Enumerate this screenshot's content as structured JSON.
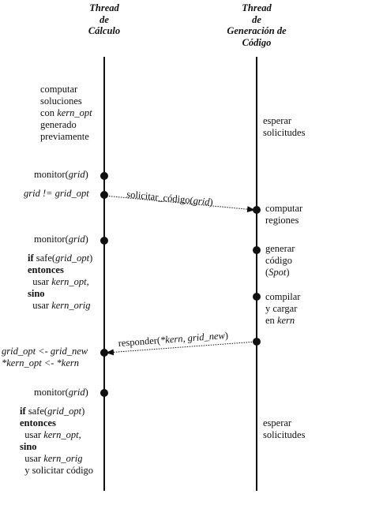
{
  "headers": {
    "left": [
      "Thread",
      "de",
      "Cálculo"
    ],
    "right": [
      "Thread",
      "de",
      "Generación de",
      "Código"
    ]
  },
  "left_blocks": {
    "intro": [
      [
        {
          "t": "computar",
          "i": false
        }
      ],
      [
        {
          "t": "soluciones",
          "i": false
        }
      ],
      [
        {
          "t": "con ",
          "i": false
        },
        {
          "t": "kern_opt",
          "i": true
        }
      ],
      [
        {
          "t": "generado",
          "i": false
        }
      ],
      [
        {
          "t": "previamente",
          "i": false
        }
      ]
    ],
    "monitor1": [
      [
        {
          "t": "monitor(",
          "i": false
        },
        {
          "t": "grid",
          "i": true
        },
        {
          "t": ")",
          "i": false
        }
      ]
    ],
    "cond": [
      [
        {
          "t": "grid != grid_opt",
          "i": true
        }
      ]
    ],
    "monitor2": [
      [
        {
          "t": "monitor(",
          "i": false
        },
        {
          "t": "grid",
          "i": true
        },
        {
          "t": ")",
          "i": false
        }
      ]
    ],
    "ifblock1": [
      [
        {
          "t": "if",
          "i": false,
          "b": true
        },
        {
          "t": " safe(",
          "i": false
        },
        {
          "t": "grid_opt",
          "i": true
        },
        {
          "t": ")",
          "i": false
        }
      ],
      [
        {
          "t": "entonces",
          "i": false,
          "b": true
        }
      ],
      [
        {
          "t": "  usar ",
          "i": false
        },
        {
          "t": "kern_opt",
          "i": true
        },
        {
          "t": ",",
          "i": false
        }
      ],
      [
        {
          "t": "sino",
          "i": false,
          "b": true
        }
      ],
      [
        {
          "t": "  usar ",
          "i": false
        },
        {
          "t": "kern_orig",
          "i": true
        }
      ]
    ],
    "assign": [
      [
        {
          "t": "grid_opt <- grid_new",
          "i": true
        }
      ],
      [
        {
          "t": "*kern_opt <- *kern",
          "i": true
        }
      ]
    ],
    "monitor3": [
      [
        {
          "t": "monitor(",
          "i": false
        },
        {
          "t": "grid",
          "i": true
        },
        {
          "t": ")",
          "i": false
        }
      ]
    ],
    "ifblock2": [
      [
        {
          "t": "if",
          "i": false,
          "b": true
        },
        {
          "t": " safe(",
          "i": false
        },
        {
          "t": "grid_opt",
          "i": true
        },
        {
          "t": ")",
          "i": false
        }
      ],
      [
        {
          "t": "entonces",
          "i": false,
          "b": true
        }
      ],
      [
        {
          "t": "  usar ",
          "i": false
        },
        {
          "t": "kern_opt",
          "i": true
        },
        {
          "t": ",",
          "i": false
        }
      ],
      [
        {
          "t": "sino",
          "i": false,
          "b": true
        }
      ],
      [
        {
          "t": "  usar ",
          "i": false
        },
        {
          "t": "kern_orig",
          "i": true
        }
      ],
      [
        {
          "t": "  y solicitar código",
          "i": false
        }
      ]
    ]
  },
  "right_blocks": {
    "wait1": [
      [
        {
          "t": "esperar",
          "i": false
        }
      ],
      [
        {
          "t": "solicitudes",
          "i": false
        }
      ]
    ],
    "regions": [
      [
        {
          "t": "computar",
          "i": false
        }
      ],
      [
        {
          "t": "regiones",
          "i": false
        }
      ]
    ],
    "generate": [
      [
        {
          "t": "generar",
          "i": false
        }
      ],
      [
        {
          "t": "código",
          "i": false
        }
      ],
      [
        {
          "t": "(",
          "i": false
        },
        {
          "t": "Spot",
          "i": true
        },
        {
          "t": ")",
          "i": false
        }
      ]
    ],
    "compile": [
      [
        {
          "t": "compilar",
          "i": false
        }
      ],
      [
        {
          "t": "y cargar",
          "i": false
        }
      ],
      [
        {
          "t": "en ",
          "i": false
        },
        {
          "t": "kern",
          "i": true
        }
      ]
    ],
    "wait2": [
      [
        {
          "t": "esperar",
          "i": false
        }
      ],
      [
        {
          "t": "solicitudes",
          "i": false
        }
      ]
    ]
  },
  "messages": {
    "request": [
      {
        "t": "solicitar_código(",
        "i": false
      },
      {
        "t": "grid",
        "i": true
      },
      {
        "t": ")",
        "i": false
      }
    ],
    "response": [
      {
        "t": "responder(",
        "i": false
      },
      {
        "t": "*kern, grid_new",
        "i": true
      },
      {
        "t": ")",
        "i": false
      }
    ]
  }
}
